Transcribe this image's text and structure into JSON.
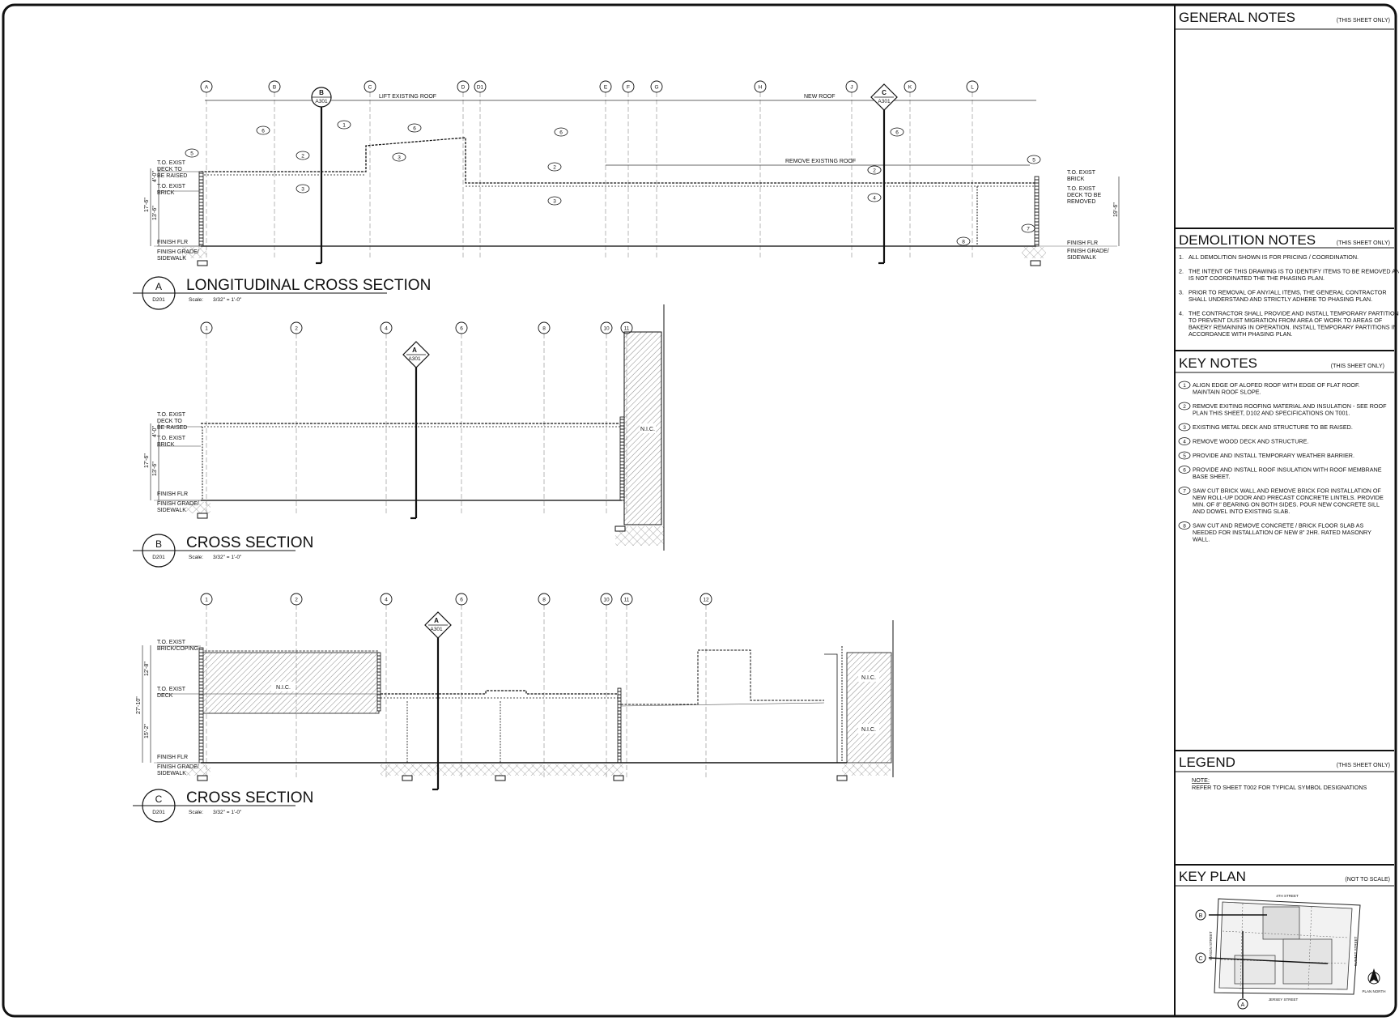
{
  "panel": {
    "general": {
      "title": "GENERAL NOTES",
      "tag": "(THIS SHEET ONLY)"
    },
    "demolition": {
      "title": "DEMOLITION NOTES",
      "tag": "(THIS SHEET ONLY)",
      "items": [
        {
          "n": "1.",
          "lines": [
            "ALL DEMOLITION SHOWN IS FOR PRICING / COORDINATION."
          ]
        },
        {
          "n": "2.",
          "lines": [
            "THE INTENT OF THIS DRAWING IS TO IDENTIFY ITEMS TO BE REMOVED AND",
            "IS NOT COORDINATED THE THE PHASING PLAN."
          ]
        },
        {
          "n": "3.",
          "lines": [
            "PRIOR TO REMOVAL OF ANY/ALL ITEMS, THE GENERAL CONTRACTOR",
            "SHALL UNDERSTAND AND STRICTLY ADHERE TO PHASING PLAN."
          ]
        },
        {
          "n": "4.",
          "lines": [
            "THE CONTRACTOR SHALL PROVIDE AND INSTALL TEMPORARY PARTITIONS",
            "TO PREVENT DUST MIGRATION FROM AREA OF WORK TO AREAS OF",
            "BAKERY REMAINING IN OPERATION. INSTALL TEMPORARY PARTITIONS IN",
            "ACCORDANCE WITH PHASING PLAN."
          ]
        }
      ]
    },
    "key_notes": {
      "title": "KEY NOTES",
      "tag": "(THIS SHEET ONLY)",
      "items": [
        {
          "n": "1",
          "lines": [
            "ALIGN EDGE OF ALOFED ROOF WITH EDGE OF FLAT ROOF.",
            "MAINTAIN ROOF SLOPE."
          ]
        },
        {
          "n": "2",
          "lines": [
            "REMOVE EXITING ROOFING MATERIAL AND INSULATION - SEE ROOF",
            "PLAN THIS SHEET, D102 AND SPECIFICATIONS ON T001."
          ]
        },
        {
          "n": "3",
          "lines": [
            "EXISTING METAL DECK AND STRUCTURE TO BE RAISED."
          ]
        },
        {
          "n": "4",
          "lines": [
            "REMOVE WOOD DECK AND STRUCTURE."
          ]
        },
        {
          "n": "5",
          "lines": [
            "PROVIDE AND INSTALL TEMPORARY WEATHER BARRIER."
          ]
        },
        {
          "n": "6",
          "lines": [
            "PROVIDE AND INSTALL ROOF INSULATION WITH ROOF MEMBRANE",
            "BASE SHEET."
          ]
        },
        {
          "n": "7",
          "lines": [
            "SAW CUT BRICK WALL AND REMOVE BRICK FOR INSTALLATION OF",
            "NEW ROLL-UP DOOR AND PRECAST CONCRETE LINTELS. PROVIDE",
            "MIN. OF 8\" BEARING ON BOTH SIDES. POUR NEW CONCRETE SILL",
            "AND DOWEL INTO EXISTING SLAB."
          ]
        },
        {
          "n": "8",
          "lines": [
            "SAW CUT AND REMOVE CONCRETE / BRICK FLOOR SLAB AS",
            "NEEDED FOR INSTALLATION OF NEW 8\" 2HR. RATED MASONRY",
            "WALL."
          ]
        }
      ]
    },
    "legend": {
      "title": "LEGEND",
      "tag": "(THIS SHEET ONLY)",
      "note_label": "NOTE:",
      "note_text": "REFER TO SHEET T002 FOR TYPICAL SYMBOL DESIGNATIONS"
    },
    "key_plan": {
      "title": "KEY PLAN",
      "tag": "(NOT TO SCALE)",
      "street_top": "4TH STREET",
      "street_bottom": "JERSEY STREET",
      "street_left": "MASON STREET",
      "street_right": "SUMMIT STREET",
      "north": "PLAN NORTH",
      "markers": [
        "B",
        "C",
        "A"
      ]
    }
  },
  "sections": {
    "a": {
      "letter": "A",
      "sheet": "D201",
      "title": "LONGITUDINAL CROSS SECTION",
      "scale_label": "Scale:",
      "scale": "3/32\" = 1'-0\"",
      "grids": [
        "A",
        "B",
        "C",
        "D",
        "D1",
        "E",
        "F",
        "G",
        "H",
        "J",
        "K",
        "L"
      ],
      "callouts": {
        "lift": "LIFT EXISTING ROOF",
        "new_roof": "NEW ROOF",
        "remove": "REMOVE EXISTING ROOF"
      },
      "levels_left": [
        "T.O. EXIST",
        "DECK TO",
        "BE RAISED",
        "T.O. EXIST",
        "BRICK",
        "FINISH FLR",
        "FINISH GRADE/",
        "SIDEWALK"
      ],
      "levels_right": [
        "T.O. EXIST",
        "BRICK",
        "T.O. EXIST",
        "DECK TO BE",
        "REMOVED",
        "FINISH FLR",
        "FINISH GRADE/",
        "SIDEWALK"
      ],
      "dims": [
        "17'-6\"",
        "4'-0\"",
        "13'-6\"",
        "19'-6\""
      ],
      "markers": [
        {
          "l": "B",
          "s": "A301"
        },
        {
          "l": "C",
          "s": "A301"
        }
      ],
      "keynotes": [
        "6",
        "1",
        "6",
        "6",
        "6",
        "5",
        "2",
        "3",
        "3",
        "2",
        "3",
        "2",
        "4",
        "5",
        "7",
        "8",
        "2"
      ]
    },
    "b": {
      "letter": "B",
      "sheet": "D201",
      "title": "CROSS SECTION",
      "scale_label": "Scale:",
      "scale": "3/32\" = 1'-0\"",
      "grids": [
        "1",
        "2",
        "4",
        "6",
        "8",
        "10",
        "11"
      ],
      "levels": [
        "T.O. EXIST",
        "DECK TO",
        "BE RAISED",
        "T.O. EXIST",
        "BRICK",
        "FINISH FLR",
        "FINISH GRADE/",
        "SIDEWALK"
      ],
      "dims": [
        "17'-6\"",
        "4'-0\"",
        "13'-6\""
      ],
      "nic": "N.I.C.",
      "marker": {
        "l": "A",
        "s": "A301"
      }
    },
    "c": {
      "letter": "C",
      "sheet": "D201",
      "title": "CROSS SECTION",
      "scale_label": "Scale:",
      "scale": "3/32\" = 1'-0\"",
      "grids": [
        "1",
        "2",
        "4",
        "6",
        "8",
        "10",
        "11",
        "12"
      ],
      "levels": [
        "T.O. EXIST",
        "BRICK/COPING",
        "T.O. EXIST",
        "DECK",
        "FINISH FLR",
        "FINISH GRADE/",
        "SIDEWALK"
      ],
      "dims": [
        "27'-10\"",
        "12'-8\"",
        "15'-2\""
      ],
      "nic": "N.I.C.",
      "marker": {
        "l": "A",
        "s": "A301"
      }
    }
  }
}
